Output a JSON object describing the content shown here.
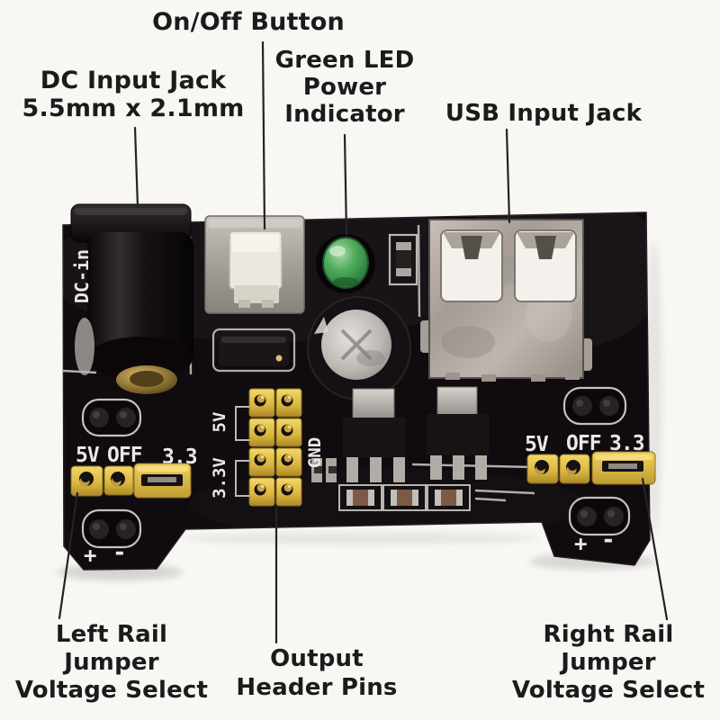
{
  "callouts": {
    "on_off": {
      "label": "On/Off Button"
    },
    "dc_jack": {
      "line1": "DC Input Jack",
      "line2": "5.5mm x 2.1mm"
    },
    "green_led": {
      "line1": "Green LED",
      "line2": "Power",
      "line3": "Indicator"
    },
    "usb": {
      "label": "USB Input Jack"
    },
    "left_rail": {
      "line1": "Left Rail",
      "line2": "Jumper",
      "line3": "Voltage Select"
    },
    "output_header": {
      "line1": "Output",
      "line2": "Header Pins"
    },
    "right_rail": {
      "line1": "Right Rail",
      "line2": "Jumper",
      "line3": "Voltage Select"
    }
  },
  "silkscreen": {
    "dc_in": "DC-in",
    "left_rail": {
      "v5": "5V",
      "off": "OFF",
      "v33": "3.3",
      "plus": "+",
      "minus": "-"
    },
    "right_rail": {
      "v5": "5V",
      "off": "OFF",
      "v33": "3.3",
      "plus": "+",
      "minus": "-"
    },
    "output": {
      "v5": "5V",
      "v33": "3.3V",
      "gnd": "GND"
    }
  },
  "colors": {
    "background": "#f8f7f4",
    "pcb": "#100b0e",
    "jumper_yellow": "#e9c84f",
    "led_green": "#46a455",
    "usb_silver": "#b3aaa2",
    "callout_text": "#1b1b1b"
  }
}
